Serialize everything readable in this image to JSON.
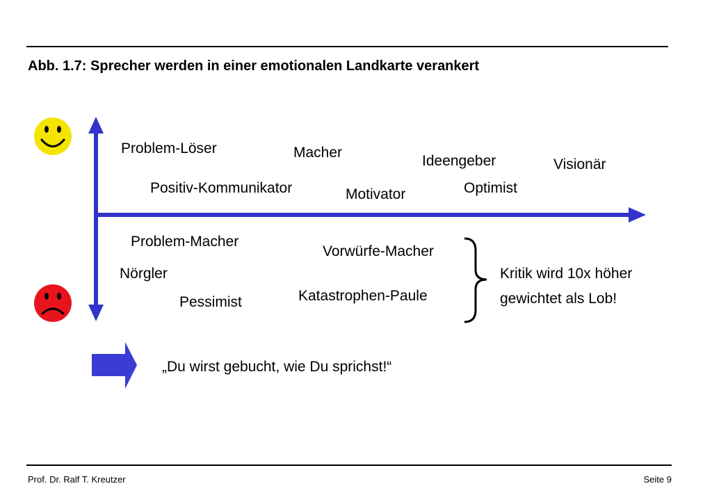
{
  "title": "Abb. 1.7: Sprecher werden in einer emotionalen Landkarte verankert",
  "positive_labels": [
    "Problem-Löser",
    "Macher",
    "Ideengeber",
    "Visionär",
    "Positiv-Kommunikator",
    "Motivator",
    "Optimist"
  ],
  "negative_labels": [
    "Problem-Macher",
    "Vorwürfe-Macher",
    "Nörgler",
    "Pessimist",
    "Katastrophen-Paule"
  ],
  "note_lines": [
    "Kritik wird 10x höher",
    "gewichtet als Lob!"
  ],
  "quote": "„Du wirst gebucht, wie Du sprichst!“",
  "footer": {
    "author": "Prof. Dr. Ralf T. Kreutzer",
    "page": "Seite 9"
  },
  "colors": {
    "axis": "#3333cc",
    "arrow": "#3b3bd6",
    "happy_face": "#f5e400",
    "sad_face": "#e8141b"
  },
  "icons": {
    "happy": "smiley-happy-icon",
    "sad": "smiley-sad-icon",
    "arrow": "right-arrow-icon",
    "brace": "curly-brace-icon"
  }
}
